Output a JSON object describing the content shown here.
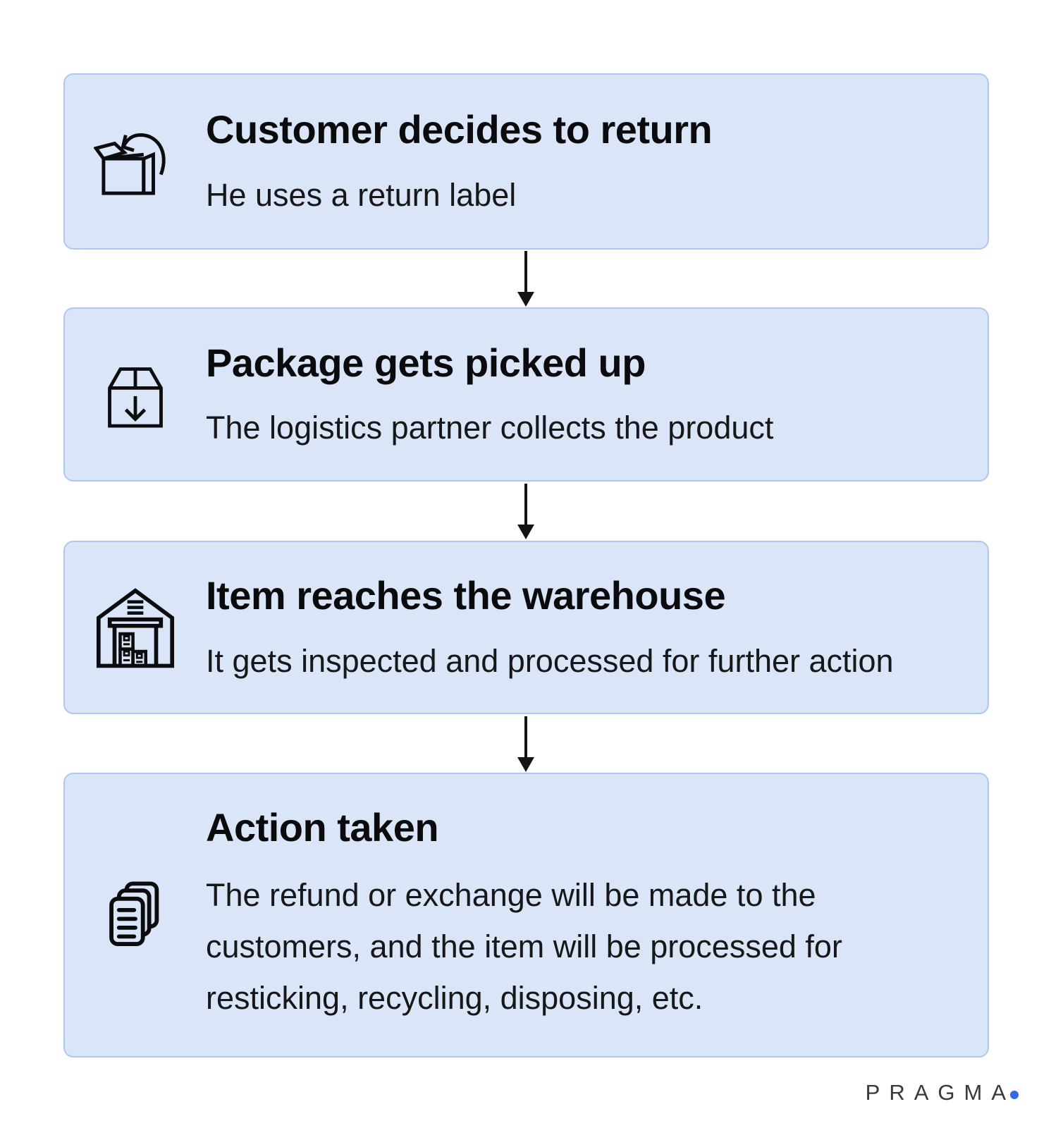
{
  "page": {
    "background": "#ffffff"
  },
  "colors": {
    "card_bg": "#dbe5f8",
    "card_border": "#b0c6ee",
    "text": "#0b0b0d",
    "arrow": "#141414",
    "brand_text": "#38383d",
    "brand_dot": "#2f6be8"
  },
  "flow": {
    "steps": [
      {
        "icon": "return-box-icon",
        "title": "Customer decides to return",
        "description": "He uses a return label"
      },
      {
        "icon": "package-pickup-icon",
        "title": "Package gets picked up",
        "description": "The logistics partner collects the product"
      },
      {
        "icon": "warehouse-icon",
        "title": "Item reaches the warehouse",
        "description": "It gets inspected and processed for further action"
      },
      {
        "icon": "documents-icon",
        "title": "Action taken",
        "description": "The refund or exchange will be made to the customers, and the item will be processed for resticking, recycling, disposing, etc."
      }
    ]
  },
  "brand": {
    "name": "PRAGMA"
  }
}
